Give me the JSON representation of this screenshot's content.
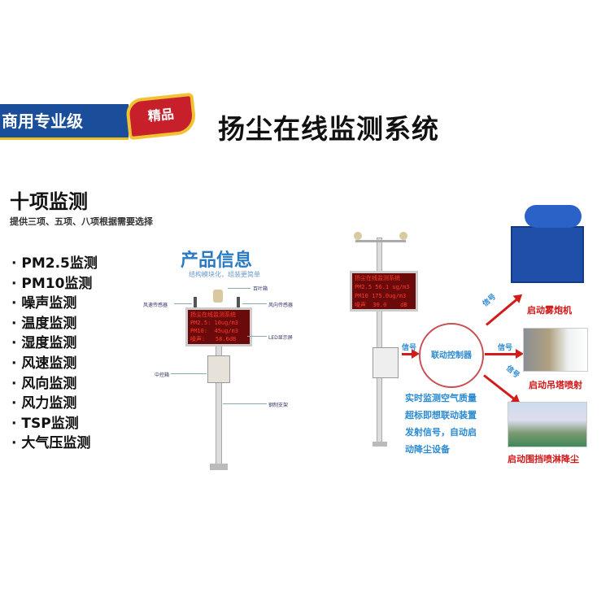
{
  "badge": {
    "grade": "商用专业级",
    "flag": "精品"
  },
  "title": "扬尘在线监测系统",
  "monitor": {
    "heading": "十项监测",
    "subtitle": "提供三项、五项、八项根据需要选择",
    "items": [
      "PM2.5监测",
      "PM10监测",
      "噪声监测",
      "温度监测",
      "湿度监测",
      "风速监测",
      "风向监测",
      "风力监测",
      "TSP监测",
      "大气压监测"
    ]
  },
  "product": {
    "heading": "产品信息",
    "subtitle": "结构模块化，组装更简单",
    "labels": {
      "louver": "百叶箱",
      "wind_speed": "风速传感器",
      "wind_dir": "风向传感器",
      "led": "LED显示屏",
      "control_box": "中控箱",
      "bracket": "钢制支架"
    },
    "led_lines": [
      "扬尘在线监测系统",
      "PM2.5: 10ug/m3",
      "PM10:  45ug/m3",
      "噪声:   58.6dB"
    ]
  },
  "linkage": {
    "led_lines": [
      "扬尘在线监测系统",
      "PM2.5 56.1 ug/m3",
      "PM10 175.0ug/m3",
      "噪声  30.0    dB"
    ],
    "signal": "信号",
    "controller": "联动控制器",
    "description": [
      "实时监测空气质量",
      "超标即想联动装置",
      "发射信号，自动启",
      "动降尘设备"
    ],
    "outputs": [
      "启动雾炮机",
      "启动吊塔喷射",
      "启动围挡喷淋降尘"
    ]
  }
}
